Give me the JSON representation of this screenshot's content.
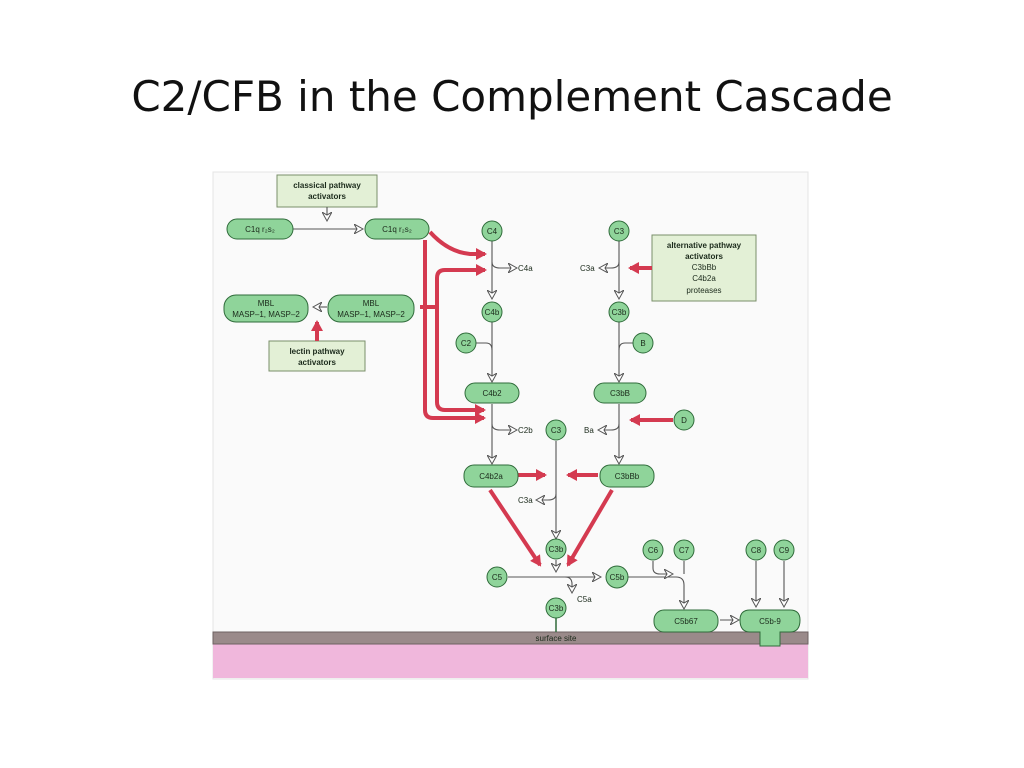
{
  "slide": {
    "title": "C2/CFB in the Complement Cascade"
  },
  "colors": {
    "node_fill": "#8fd49a",
    "node_stroke": "#2f6b3a",
    "box_fill": "#e3f0d6",
    "red_arrow": "#d43a50",
    "white_arrow": "#ffffff",
    "membrane": "#9a8a8a",
    "membrane_base": "#f0b7dc"
  },
  "diagram": {
    "classical_box": [
      "classical pathway",
      "activators"
    ],
    "lectin_box": [
      "lectin pathway",
      "activators"
    ],
    "alternative_box": [
      "alternative pathway",
      "activators",
      "C3bBb",
      "C4b2a",
      "proteases"
    ],
    "nodes": {
      "c1q_left": "C1q r₂s₂",
      "c1q_right": "C1q r₂s₂",
      "mbl_left": [
        "MBL",
        "MASP–1, MASP–2"
      ],
      "mbl_right": [
        "MBL",
        "MASP–1, MASP–2"
      ],
      "c4": "C4",
      "c4b": "C4b",
      "c2": "C2",
      "c4b2": "C4b2",
      "c4b2a": "C4b2a",
      "c3_top": "C3",
      "c3b_right": "C3b",
      "b": "B",
      "c3bb": "C3bB",
      "d": "D",
      "c3bbb": "C3bBb",
      "c3_mid": "C3",
      "c3b_mid": "C3b",
      "c5": "C5",
      "c5b": "C5b",
      "c3b_surface": "C3b",
      "c6": "C6",
      "c7": "C7",
      "c8": "C8",
      "c9": "C9",
      "c5b67": "C5b67",
      "c5b9": "C5b-9"
    },
    "labels": {
      "c4a": "C4a",
      "c3a_top": "C3a",
      "c2b": "C2b",
      "ba": "Ba",
      "c3a_mid": "C3a",
      "c5a": "C5a",
      "surface": "surface site"
    }
  }
}
